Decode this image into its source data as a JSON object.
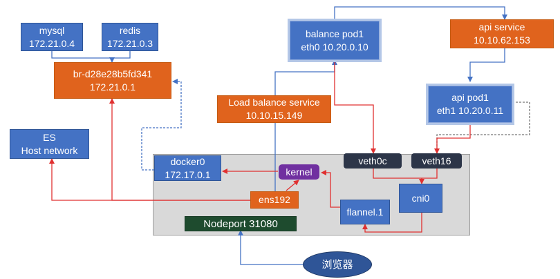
{
  "nodes": {
    "mysql": {
      "name": "mysql",
      "ip": "172.21.0.4"
    },
    "redis": {
      "name": "redis",
      "ip": "172.21.0.3"
    },
    "bridge": {
      "name": "br-d28e28b5fd341",
      "ip": "172.21.0.1"
    },
    "es": {
      "name": "ES",
      "sub": "Host network"
    },
    "balance_pod": {
      "name": "balance pod1",
      "iface": "eth0 10.20.0.10"
    },
    "lb_service": {
      "name": "Load balance service",
      "ip": "10.10.15.149"
    },
    "api_service": {
      "name": "api  service",
      "ip": "10.10.62.153"
    },
    "api_pod": {
      "name": "api pod1",
      "iface": "eth1 10.20.0.11"
    },
    "docker0": {
      "name": "docker0",
      "ip": "172.17.0.1"
    },
    "kernel": {
      "name": "kernel"
    },
    "veth0c": {
      "name": "veth0c"
    },
    "veth16": {
      "name": "veth16"
    },
    "ens192": {
      "name": "ens192"
    },
    "flannel": {
      "name": "flannel.1"
    },
    "cni0": {
      "name": "cni0"
    },
    "nodeport": {
      "name": "Nodeport  31080"
    },
    "browser": {
      "name": "浏览器"
    }
  },
  "colors": {
    "blue": "#4472c4",
    "orange": "#e0631d",
    "red_line": "#e03030",
    "blue_line": "#4472c4",
    "host_area": "#d9d9d9"
  }
}
